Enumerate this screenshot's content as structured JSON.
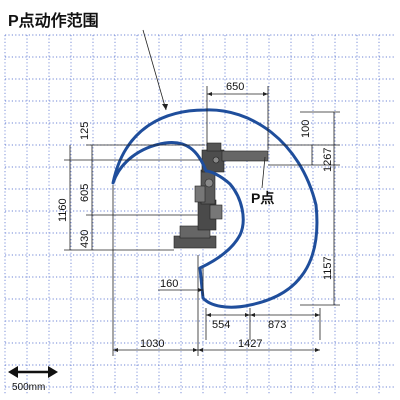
{
  "title": "P点动作范围",
  "point_label": "P点",
  "scale_label": "500mm",
  "colors": {
    "envelope": "#1f4e9c",
    "grid": "#6f86d6",
    "dimension": "#222222",
    "robot": "#3a3a3a"
  },
  "dimensions": {
    "top_reach": "650",
    "top_offset": "125",
    "right_offset": "100",
    "upper_arm_height": "605",
    "total_height_left": "1160",
    "base_height": "430",
    "max_height_right": "1267",
    "lower_depth_right": "1157",
    "inner_radius": "160",
    "inner_offset_bottom": "554",
    "outer_right_bottom": "873",
    "left_reach": "1030",
    "right_reach": "1427"
  }
}
